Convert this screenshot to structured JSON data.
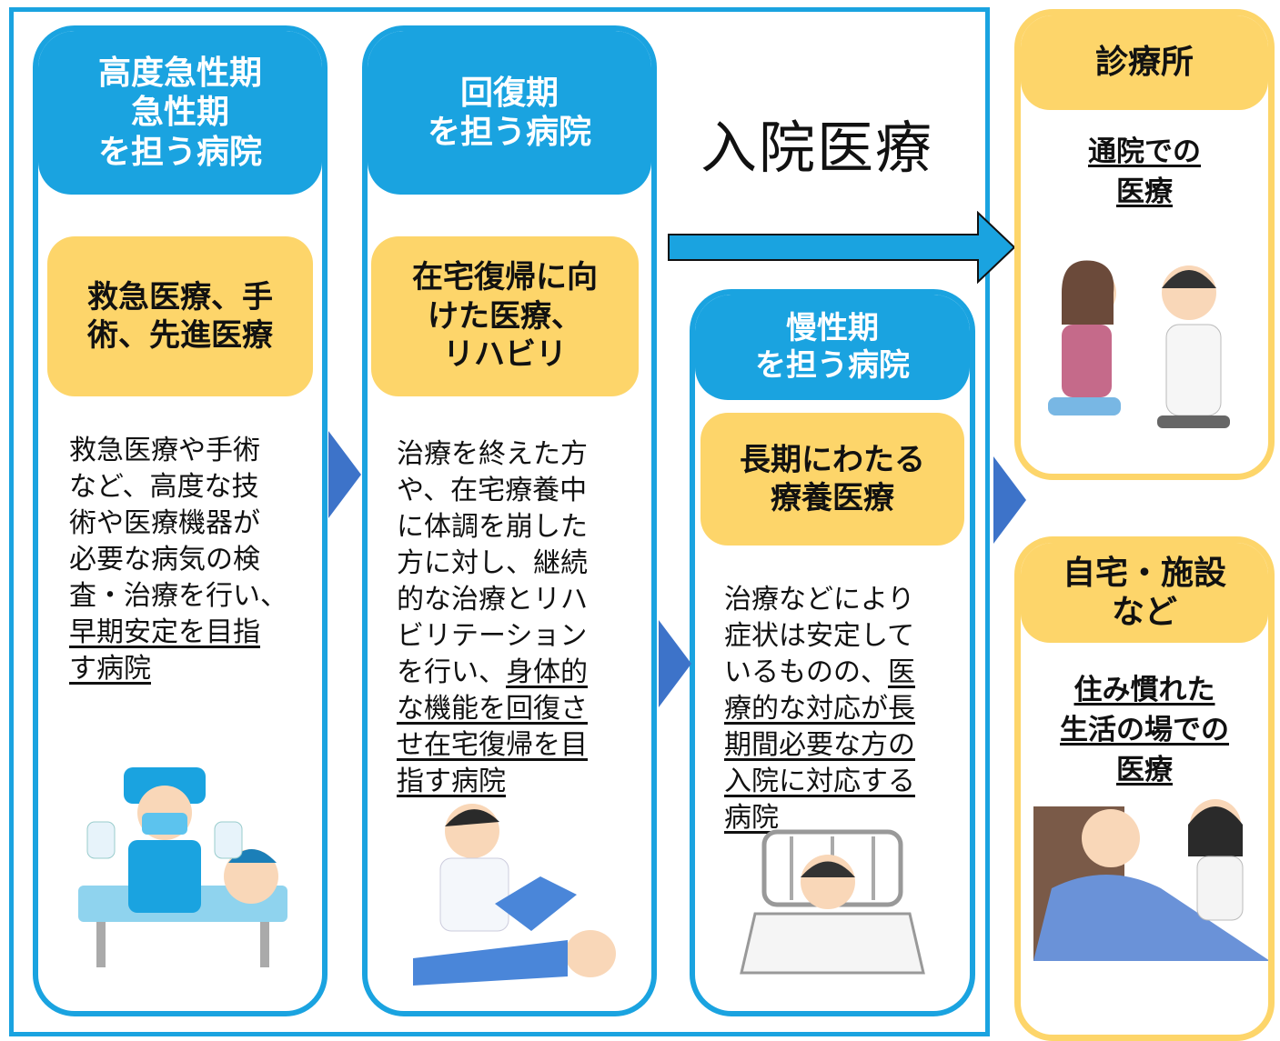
{
  "main_title": "入院医療",
  "columns": [
    {
      "header": "高度急性期\n急性期\nを担う病院",
      "role": "救急医療、手\n術、先進医療",
      "desc_plain": "救急医療や手術\nなど、高度な技\n術や医療機器が\n必要な病気の検\n査・治療を行い、\n",
      "desc_underlined": "早期安定を目指\nす病院",
      "illustration": "surgery-illustration"
    },
    {
      "header": "回復期\nを担う病院",
      "role": "在宅復帰に向\nけた医療、\nリハビリ",
      "desc_plain": "治療を終えた方\nや、在宅療養中\nに体調を崩した\n方に対し、継続\n的な治療とリハ\nビリテーション\nを行い、",
      "desc_underlined": "身体的\nな機能を回復さ\nせ在宅復帰を目\n指す病院",
      "illustration": "rehabilitation-illustration"
    },
    {
      "header": "慢性期\nを担う病院",
      "role": "長期にわたる\n療養医療",
      "desc_plain": "治療などにより\n症状は安定して\nいるものの、",
      "desc_underlined": "医\n療的な対応が長\n期間必要な方の\n入院に対応する\n病院",
      "illustration": "hospital-bed-illustration"
    }
  ],
  "outpatient": {
    "header": "診療所",
    "sub": "通院での\n医療",
    "illustration": "doctor-consultation-illustration"
  },
  "home": {
    "header": "自宅・施設\nなど",
    "sub": "住み慣れた\n生活の場での\n医療",
    "illustration": "home-care-illustration"
  },
  "colors": {
    "blue": "#1aa3e0",
    "yellow": "#fdd56a",
    "arrow": "#3d73c9"
  }
}
